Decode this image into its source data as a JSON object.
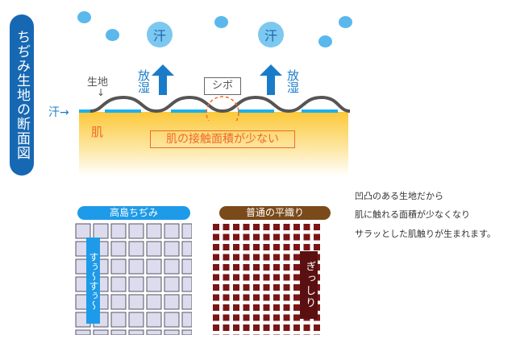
{
  "title": "ちぢみ生地の断面図",
  "sweat_bubble": "汗",
  "release_moisture": "放湿",
  "fabric_label": "生地",
  "fabric_arrow": "↓",
  "shibo_label": "シボ",
  "sweat_arrow_label": "汗→",
  "skin_label": "肌",
  "contact_label": "肌の接触面積が少ない",
  "description": [
    "凹凸のある生地だから",
    "肌に触れる面積が少なくなり",
    "サラッとした肌触りが生まれます。"
  ],
  "takashima": {
    "title": "高島ちぢみ",
    "tag": "すぅ〜すぅ〜",
    "color": "#1e9be8"
  },
  "plain": {
    "title": "普通の平織り",
    "tag": "ぎっしり",
    "color": "#7a4a1a"
  }
}
